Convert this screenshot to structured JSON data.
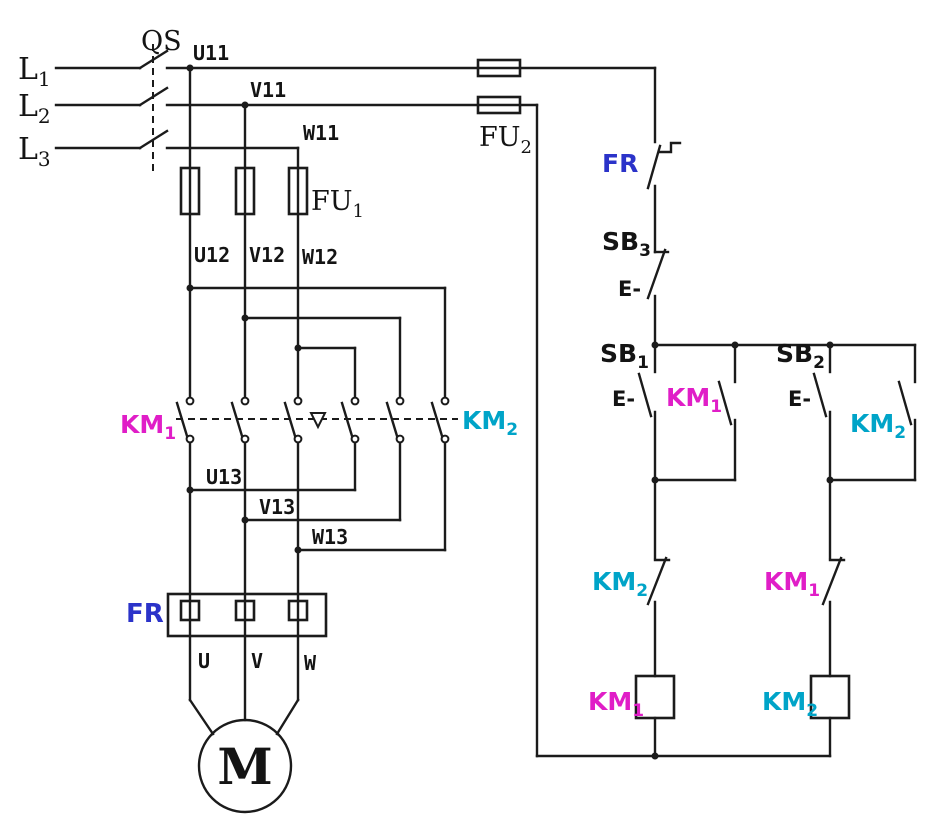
{
  "colors": {
    "line": "#1b1b1b",
    "text": "#141414",
    "km1": "#e01ec7",
    "km2": "#00a4c8",
    "fr": "#2b33c9"
  },
  "power": {
    "l1": {
      "t": "L",
      "s": "1"
    },
    "l2": {
      "t": "L",
      "s": "2"
    },
    "l3": {
      "t": "L",
      "s": "3"
    },
    "qs": "QS",
    "u11": "U11",
    "v11": "V11",
    "w11": "W11",
    "fu1": {
      "t": "FU",
      "s": "1"
    },
    "u12": "U12",
    "v12": "V12",
    "w12": "W12",
    "km1": {
      "t": "KM",
      "s": "1"
    },
    "km2": {
      "t": "KM",
      "s": "2"
    },
    "u13": "U13",
    "v13": "V13",
    "w13": "W13",
    "fr": "FR",
    "u": "U",
    "v": "V",
    "w": "W",
    "motor": "M"
  },
  "control": {
    "fu2": {
      "t": "FU",
      "s": "2"
    },
    "fr": "FR",
    "sb3": {
      "t": "SB",
      "s": "3"
    },
    "sb1": {
      "t": "SB",
      "s": "1"
    },
    "sb2": {
      "t": "SB",
      "s": "2"
    },
    "km1_aux": {
      "t": "KM",
      "s": "1"
    },
    "km2_aux": {
      "t": "KM",
      "s": "2"
    },
    "km2_nc": {
      "t": "KM",
      "s": "2"
    },
    "km1_nc": {
      "t": "KM",
      "s": "1"
    },
    "km1_coil": {
      "t": "KM",
      "s": "1"
    },
    "km2_coil": {
      "t": "KM",
      "s": "2"
    },
    "e": "E-"
  }
}
